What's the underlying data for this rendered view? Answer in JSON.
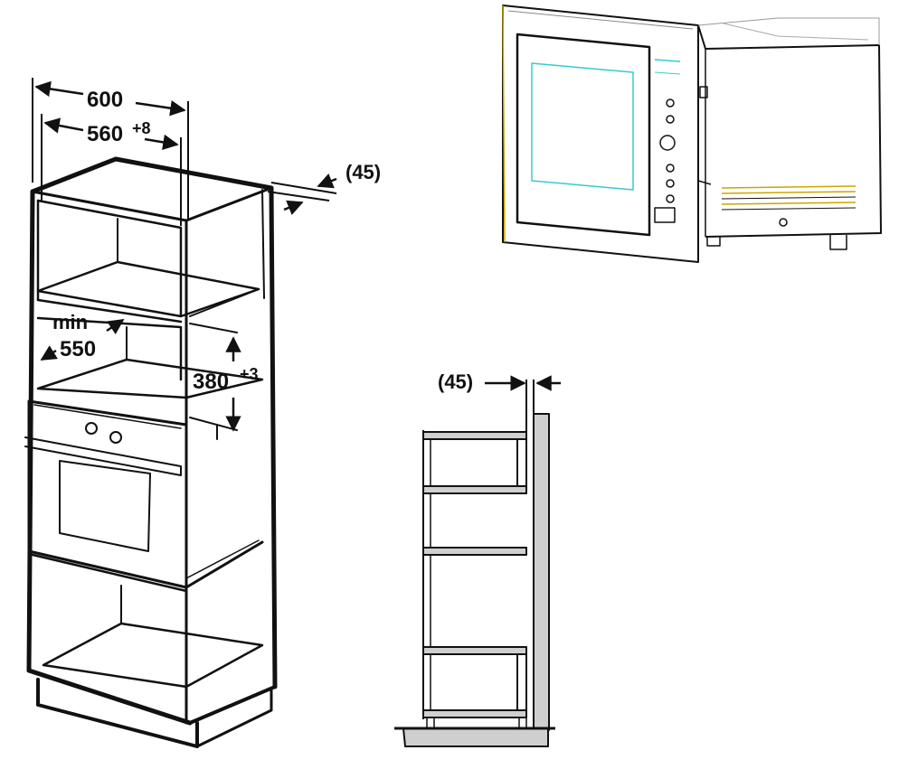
{
  "labels": {
    "width_overall": "600",
    "width_inner": "560",
    "width_inner_tol": "+8",
    "depth_gap_top": "(45)",
    "min_text": "min",
    "min_value": "550",
    "height_opening": "380",
    "height_opening_tol": "+3",
    "depth_gap_side": "(45)"
  },
  "colors": {
    "line": "#111111",
    "wall_fill": "#cfcfcf",
    "microwave_window": "#33cccc",
    "microwave_edge": "#c8a800"
  }
}
